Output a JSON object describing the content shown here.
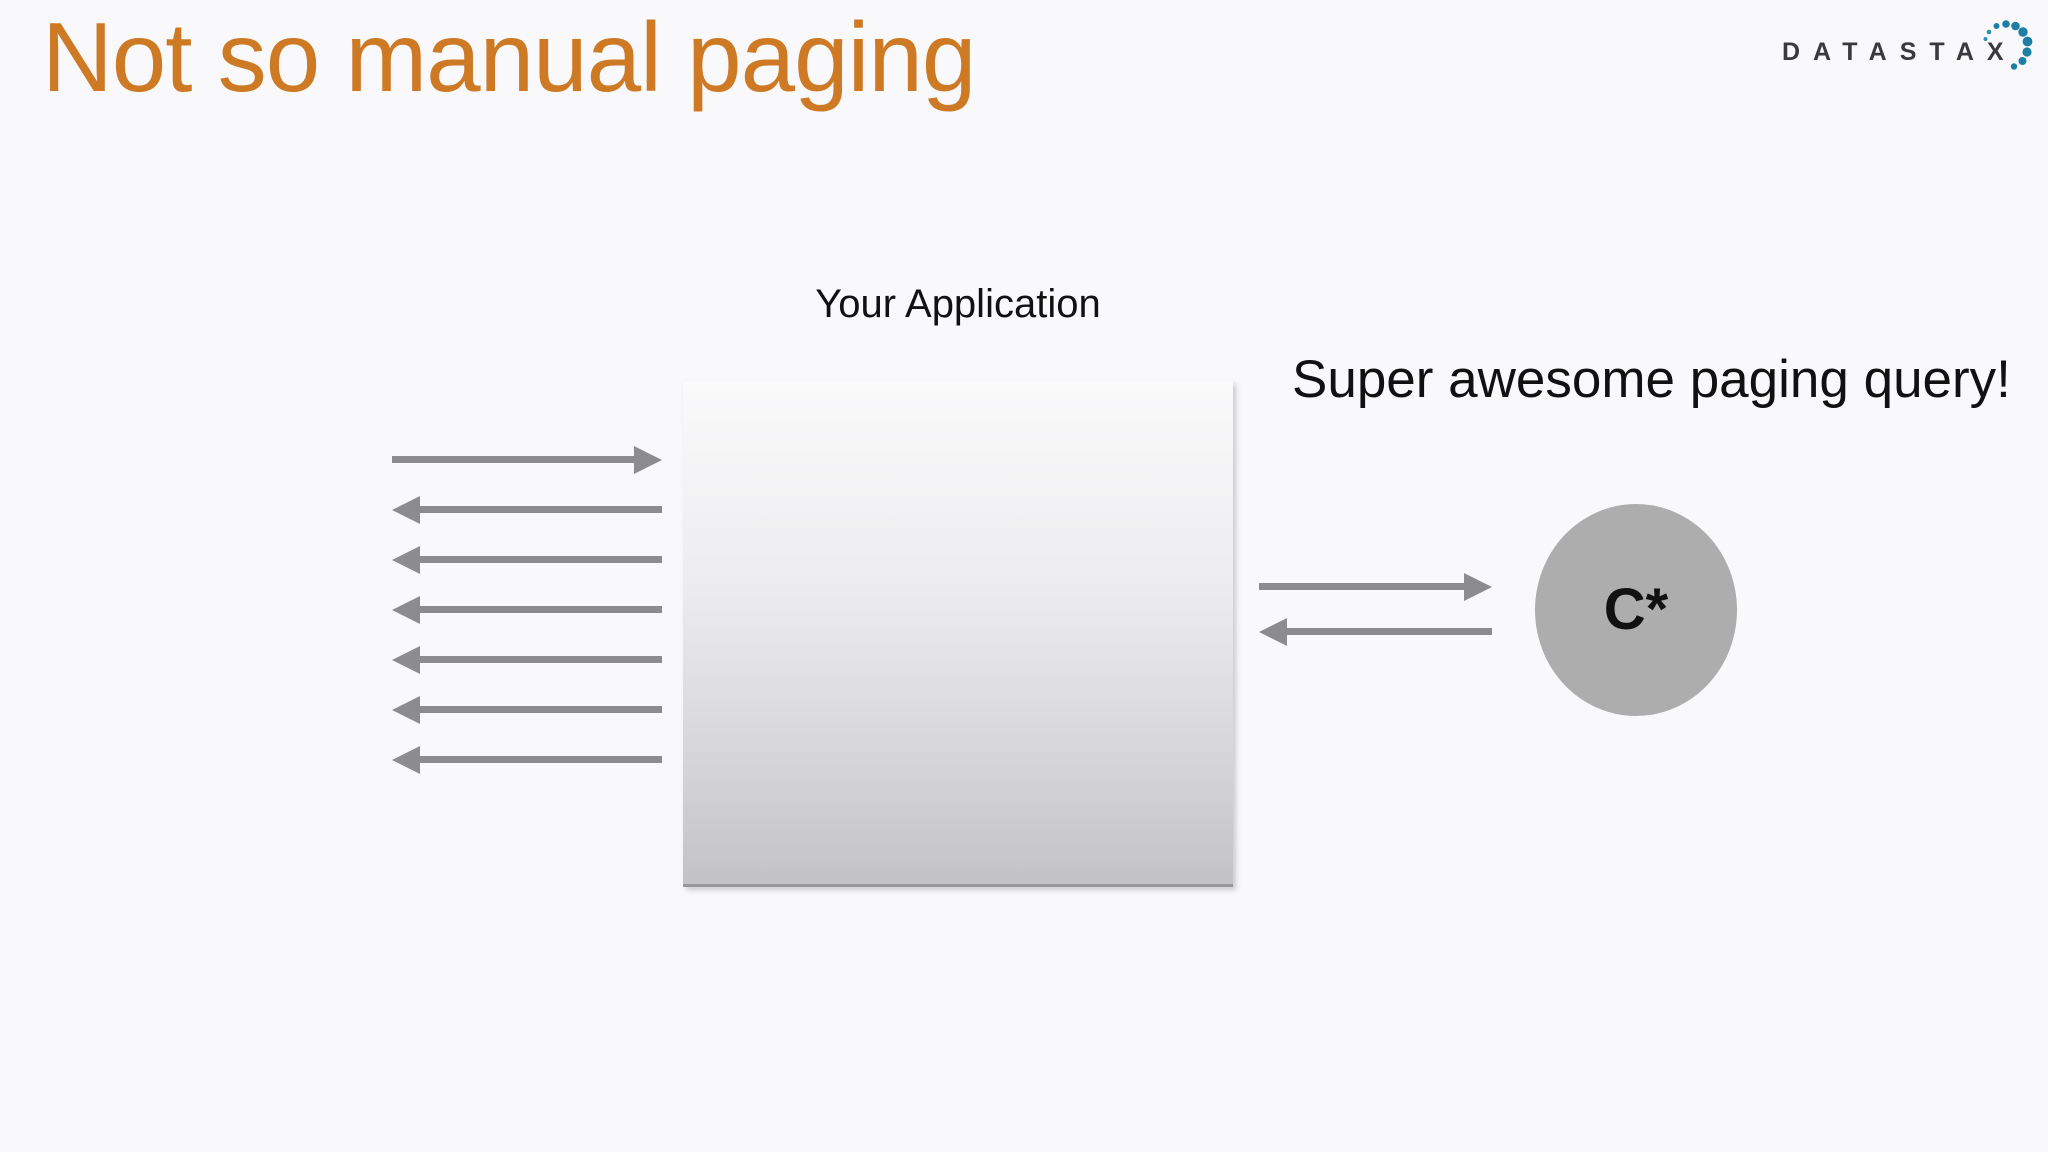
{
  "slide": {
    "title": "Not so manual paging",
    "title_color": "#ce7a25",
    "background_color": "#f9f9fb"
  },
  "logo": {
    "text": "DATASTAX",
    "text_color": "#3a3a3c",
    "dot_color": "#1d7fa6"
  },
  "diagram": {
    "app_label": "Your Application",
    "query_label": "Super awesome paging query!",
    "database_label": "C*",
    "left_arrows": [
      "right",
      "left",
      "left",
      "left",
      "left",
      "left",
      "left"
    ],
    "right_arrows": [
      "right",
      "left"
    ],
    "arrow_color": "#8c8c8e",
    "box_top_color": "#fafafb",
    "box_bottom_color": "#c3c3c5",
    "circle_color": "#adadad"
  }
}
